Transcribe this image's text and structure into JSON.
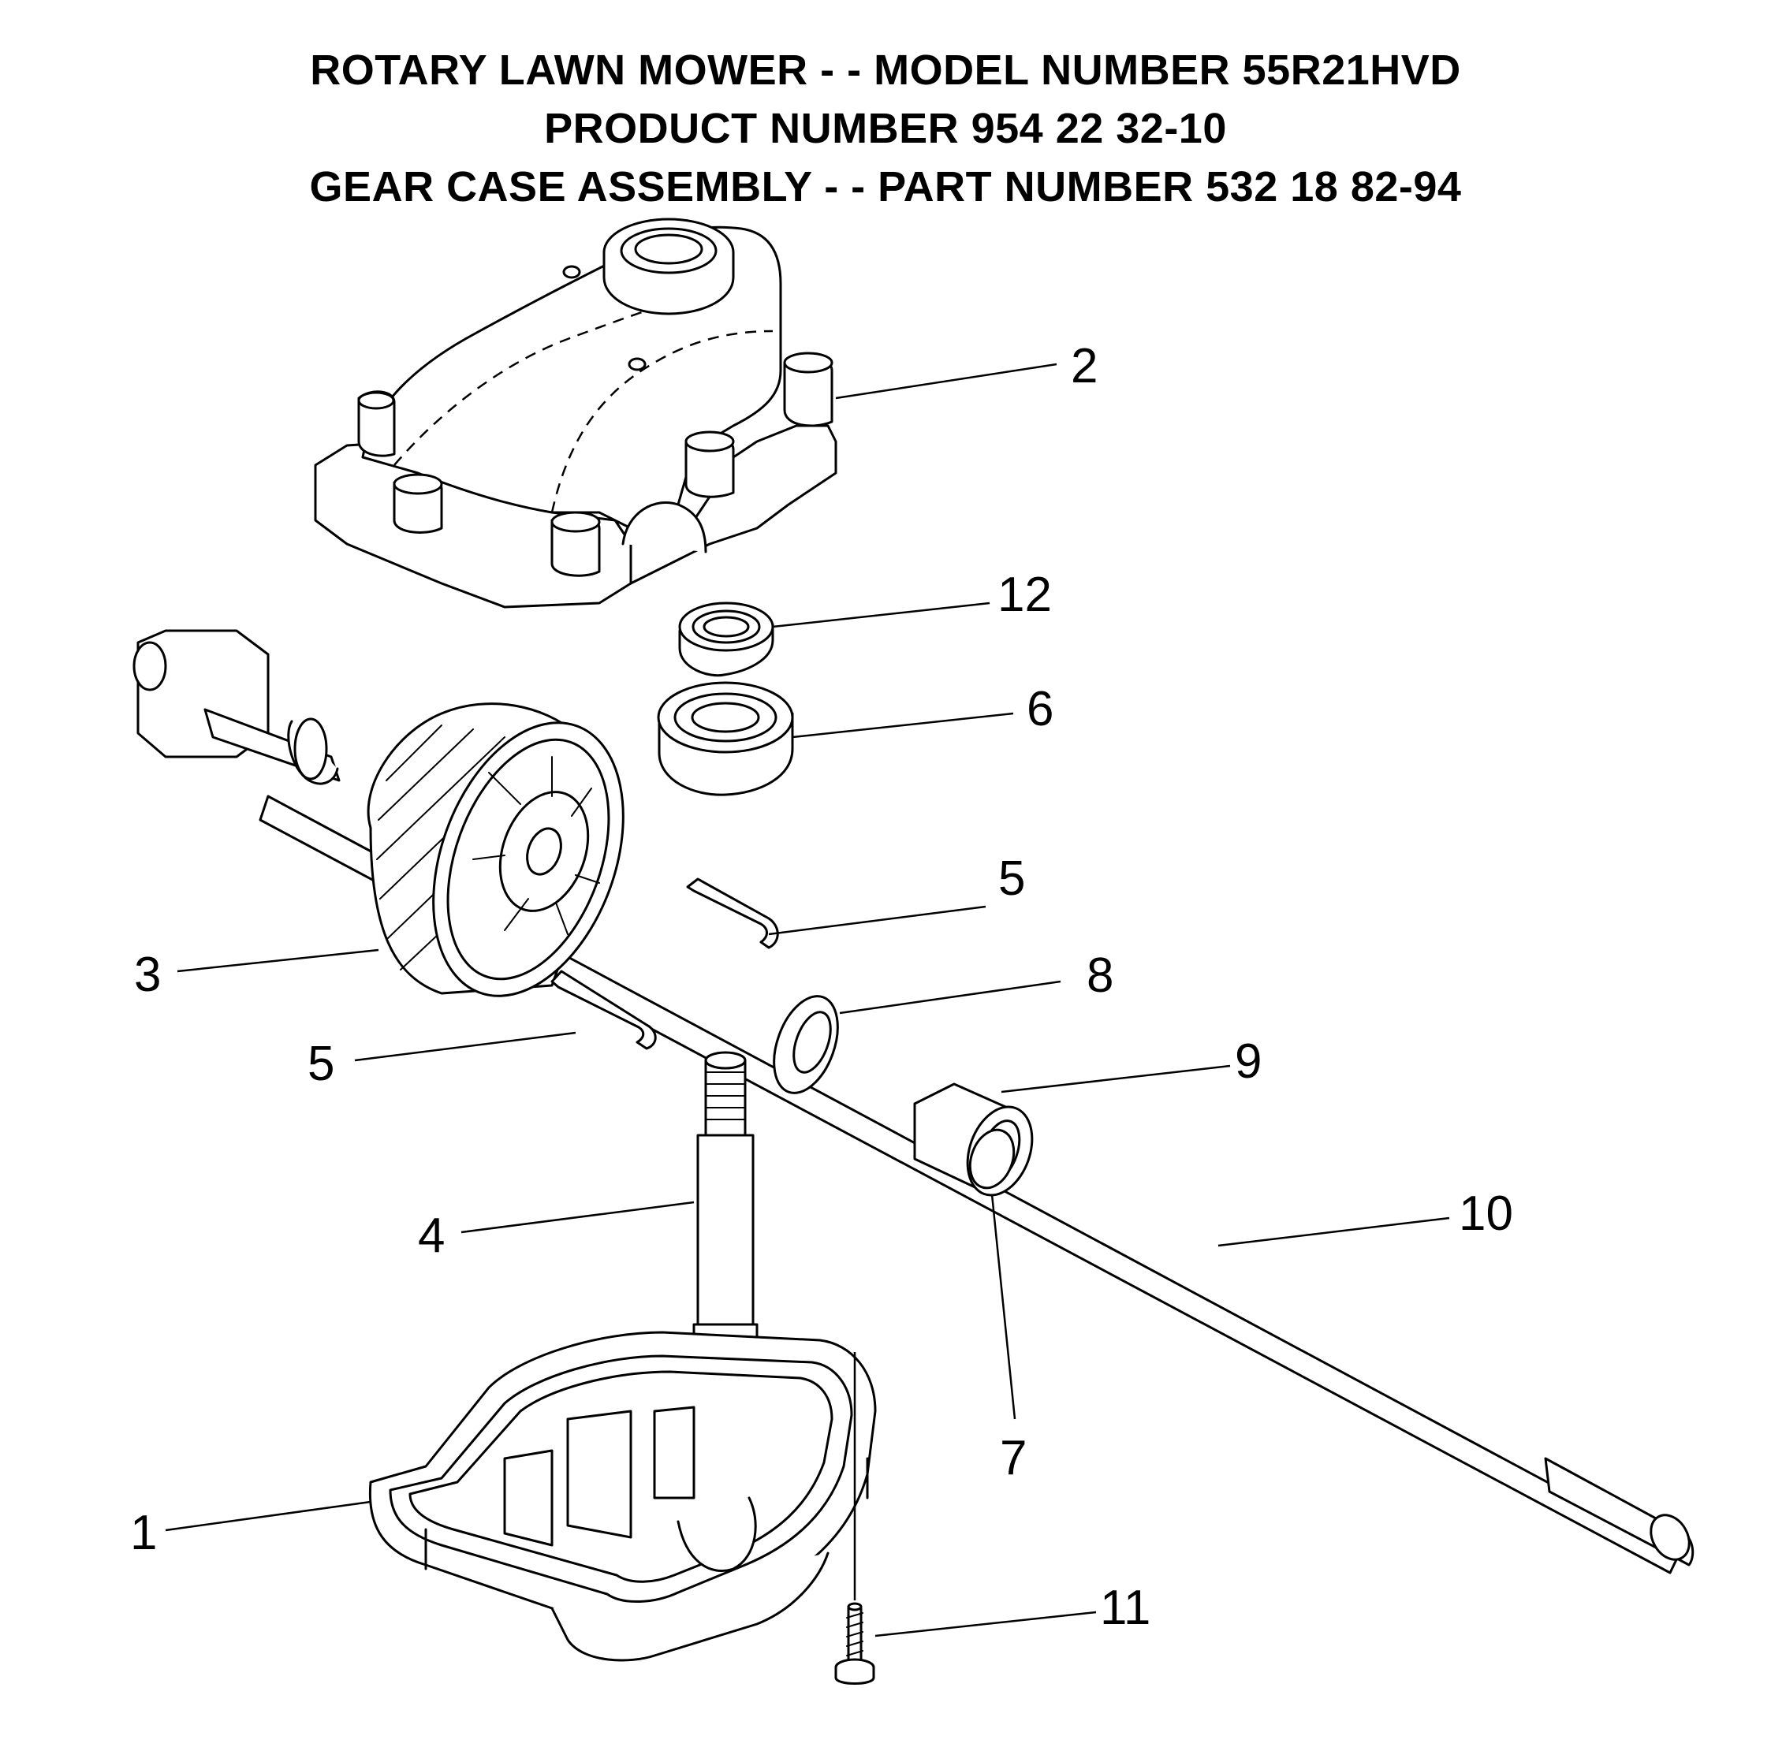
{
  "title": {
    "line1": "ROTARY LAWN MOWER - - MODEL NUMBER 55R21HVD",
    "line2": "PRODUCT NUMBER 954 22 32-10",
    "line3": "GEAR CASE ASSEMBLY - - PART NUMBER 532 18 82-94"
  },
  "callouts": {
    "c1": "1",
    "c2": "2",
    "c3": "3",
    "c4": "4",
    "c5a": "5",
    "c5b": "5",
    "c6": "6",
    "c7": "7",
    "c8": "8",
    "c9": "9",
    "c10": "10",
    "c11": "11",
    "c12": "12"
  }
}
